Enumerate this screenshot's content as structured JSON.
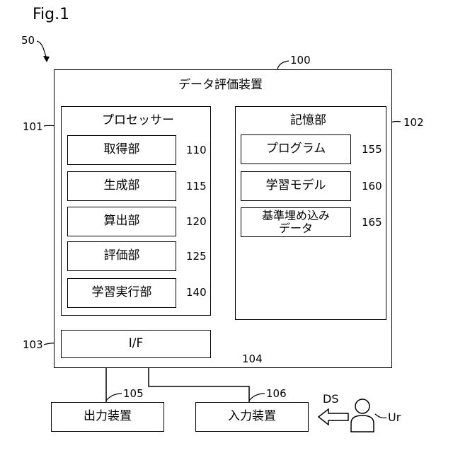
{
  "figure_label": "Fig.1",
  "system_ref": "50",
  "device": {
    "title": "データ評価装置",
    "ref": "100"
  },
  "processor": {
    "title": "プロセッサー",
    "ref": "101"
  },
  "units": [
    {
      "label": "取得部",
      "ref": "110"
    },
    {
      "label": "生成部",
      "ref": "115"
    },
    {
      "label": "算出部",
      "ref": "120"
    },
    {
      "label": "評価部",
      "ref": "125"
    },
    {
      "label": "学習実行部",
      "ref": "140"
    }
  ],
  "storage": {
    "title": "記憶部",
    "ref": "102",
    "items": [
      {
        "label": "プログラム",
        "ref": "155"
      },
      {
        "label": "学習モデル",
        "ref": "160"
      },
      {
        "label": "基準埋め込み\nデータ",
        "ref": "165"
      }
    ]
  },
  "interface": {
    "label": "I/F",
    "ref": "103"
  },
  "bus_ref": "104",
  "output_device": {
    "label": "出力装置",
    "ref": "105"
  },
  "input_device": {
    "label": "入力装置",
    "ref": "106"
  },
  "dataset_label": "DS",
  "user_label": "Ur"
}
